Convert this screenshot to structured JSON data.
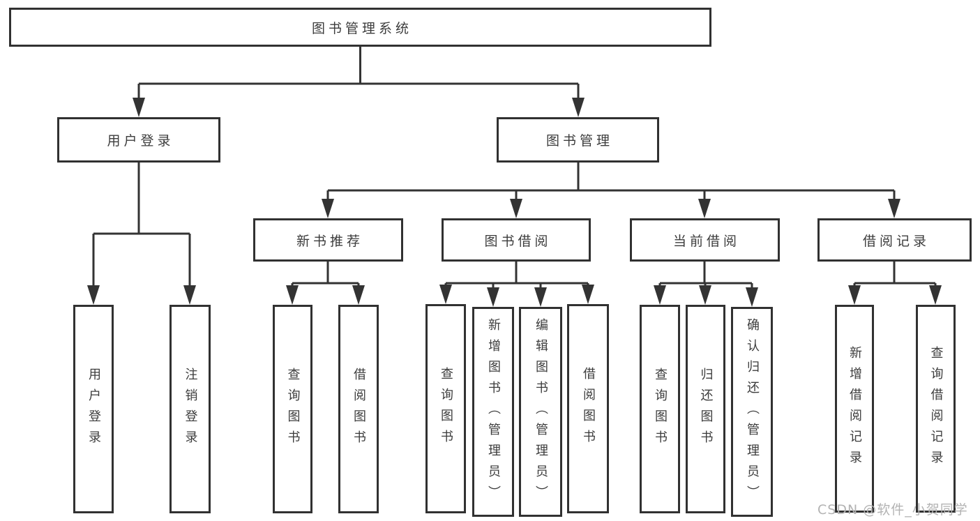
{
  "diagram_type": "tree",
  "tree": {
    "root": {
      "label": "图书管理系统",
      "children": [
        {
          "label": "用户登录",
          "children": [
            {
              "label": "用户登录"
            },
            {
              "label": "注销登录"
            }
          ]
        },
        {
          "label": "图书管理",
          "children": [
            {
              "label": "新书推荐",
              "children": [
                {
                  "label": "查询图书"
                },
                {
                  "label": "借阅图书"
                }
              ]
            },
            {
              "label": "图书借阅",
              "children": [
                {
                  "label": "查询图书"
                },
                {
                  "label": "新增图书（管理员）"
                },
                {
                  "label": "编辑图书（管理员）"
                },
                {
                  "label": "借阅图书"
                }
              ]
            },
            {
              "label": "当前借阅",
              "children": [
                {
                  "label": "查询图书"
                },
                {
                  "label": "归还图书"
                },
                {
                  "label": "确认归还（管理员）"
                }
              ]
            },
            {
              "label": "借阅记录",
              "children": [
                {
                  "label": "新增借阅记录"
                },
                {
                  "label": "查询借阅记录"
                }
              ]
            }
          ]
        }
      ]
    }
  },
  "watermark": "CSDN @软件_小贺同学",
  "colors": {
    "line": "#333333",
    "box_border": "#313131",
    "box_fill": "#ffffff",
    "text": "#3c3c3c",
    "watermark": "#b3b3b3",
    "background": "#ffffff"
  }
}
